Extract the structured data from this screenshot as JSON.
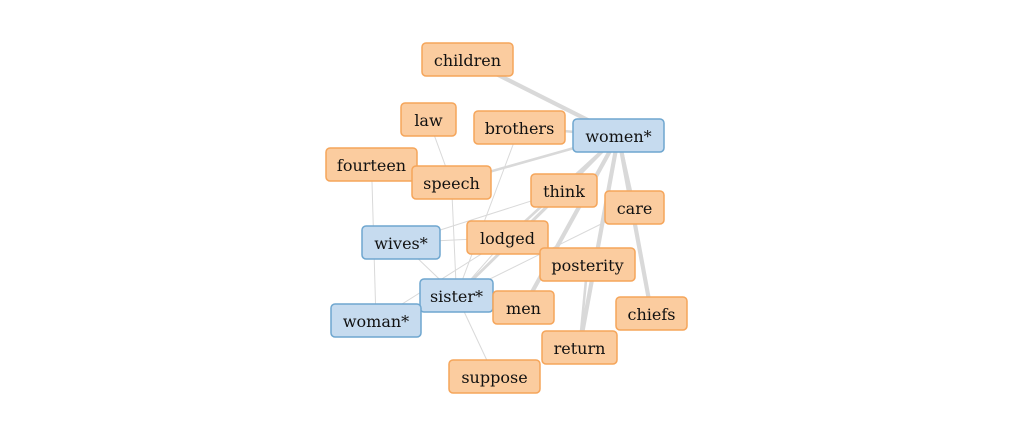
{
  "graph": {
    "nodes": [
      {
        "id": "children",
        "label": "children",
        "group": "orange"
      },
      {
        "id": "law",
        "label": "law",
        "group": "orange"
      },
      {
        "id": "brothers",
        "label": "brothers",
        "group": "orange"
      },
      {
        "id": "women",
        "label": "women*",
        "group": "blue"
      },
      {
        "id": "fourteen",
        "label": "fourteen",
        "group": "orange"
      },
      {
        "id": "speech",
        "label": "speech",
        "group": "orange"
      },
      {
        "id": "think",
        "label": "think",
        "group": "orange"
      },
      {
        "id": "care",
        "label": "care",
        "group": "orange"
      },
      {
        "id": "wives",
        "label": "wives*",
        "group": "blue"
      },
      {
        "id": "lodged",
        "label": "lodged",
        "group": "orange"
      },
      {
        "id": "posterity",
        "label": "posterity",
        "group": "orange"
      },
      {
        "id": "sister",
        "label": "sister*",
        "group": "blue"
      },
      {
        "id": "men",
        "label": "men",
        "group": "orange"
      },
      {
        "id": "chiefs",
        "label": "chiefs",
        "group": "orange"
      },
      {
        "id": "woman",
        "label": "woman*",
        "group": "blue"
      },
      {
        "id": "return",
        "label": "return",
        "group": "orange"
      },
      {
        "id": "suppose",
        "label": "suppose",
        "group": "orange"
      }
    ],
    "edges": [
      {
        "source": "children",
        "target": "women",
        "weight": 3
      },
      {
        "source": "brothers",
        "target": "women",
        "weight": 2
      },
      {
        "source": "speech",
        "target": "women",
        "weight": 2
      },
      {
        "source": "women",
        "target": "think",
        "weight": 2
      },
      {
        "source": "women",
        "target": "care",
        "weight": 2
      },
      {
        "source": "women",
        "target": "lodged",
        "weight": 2
      },
      {
        "source": "women",
        "target": "men",
        "weight": 3
      },
      {
        "source": "women",
        "target": "chiefs",
        "weight": 3
      },
      {
        "source": "women",
        "target": "return",
        "weight": 3
      },
      {
        "source": "women",
        "target": "sister",
        "weight": 2
      },
      {
        "source": "law",
        "target": "speech",
        "weight": 1
      },
      {
        "source": "fourteen",
        "target": "speech",
        "weight": 1
      },
      {
        "source": "fourteen",
        "target": "woman",
        "weight": 1
      },
      {
        "source": "speech",
        "target": "sister",
        "weight": 1
      },
      {
        "source": "brothers",
        "target": "sister",
        "weight": 1
      },
      {
        "source": "think",
        "target": "wives",
        "weight": 1
      },
      {
        "source": "think",
        "target": "sister",
        "weight": 2
      },
      {
        "source": "wives",
        "target": "lodged",
        "weight": 1
      },
      {
        "source": "wives",
        "target": "sister",
        "weight": 1
      },
      {
        "source": "lodged",
        "target": "sister",
        "weight": 1
      },
      {
        "source": "lodged",
        "target": "posterity",
        "weight": 1
      },
      {
        "source": "care",
        "target": "sister",
        "weight": 1
      },
      {
        "source": "posterity",
        "target": "return",
        "weight": 2
      },
      {
        "source": "sister",
        "target": "men",
        "weight": 1
      },
      {
        "source": "sister",
        "target": "woman",
        "weight": 1
      },
      {
        "source": "sister",
        "target": "suppose",
        "weight": 1
      },
      {
        "source": "woman",
        "target": "lodged",
        "weight": 1
      }
    ]
  }
}
